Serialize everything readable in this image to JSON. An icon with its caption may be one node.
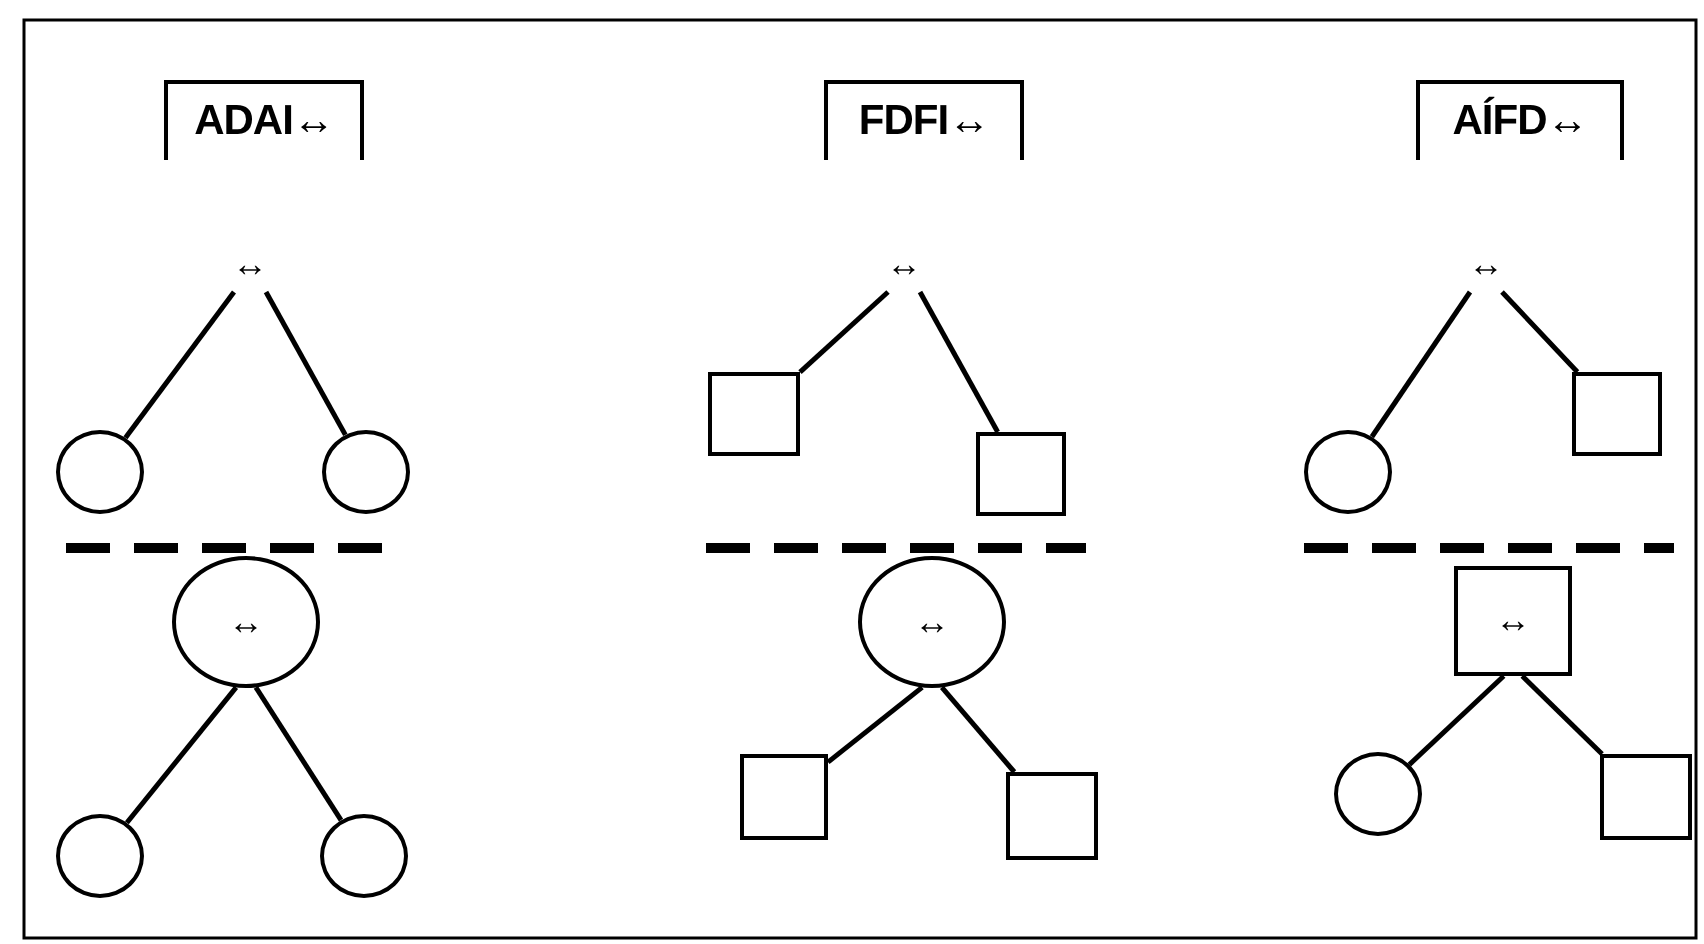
{
  "diagram": {
    "nodes": [
      {
        "text": [
          "ADAI↔"
        ]
      },
      {
        "text": [
          "↔"
        ]
      },
      {
        "text": [],
        "shape": "circle"
      },
      {
        "text": [],
        "shape": "circle"
      },
      {
        "text": [
          "↔"
        ]
      },
      {
        "text": [],
        "shape": "circle"
      },
      {
        "text": [],
        "shape": "circle"
      },
      {
        "text": [
          "FDFI↔"
        ]
      },
      {
        "text": [
          "↔"
        ]
      },
      {
        "text": [],
        "shape": "box"
      },
      {
        "text": [],
        "shape": "box"
      },
      {
        "text": [
          "↔"
        ]
      },
      {
        "text": [],
        "shape": "box"
      },
      {
        "text": [],
        "shape": "box"
      },
      {
        "text": [
          "AÍFD↔"
        ]
      },
      {
        "text": [
          "↔"
        ]
      },
      {
        "text": [],
        "shape": "circle"
      },
      {
        "text": [],
        "shape": "box"
      },
      {
        "text": [
          "↔"
        ]
      },
      {
        "text": [],
        "shape": "circle"
      },
      {
        "text": [],
        "shape": "box"
      }
    ],
    "edges": [
      {
        "from": 1,
        "to": 2,
        "arrow": "none"
      },
      {
        "from": 1,
        "to": 3,
        "arrow": "none"
      },
      {
        "from": 4,
        "to": 5,
        "arrow": "none"
      },
      {
        "from": 4,
        "to": 6,
        "arrow": "none"
      },
      {
        "from": 8,
        "to": 9,
        "arrow": "none"
      },
      {
        "from": 8,
        "to": 10,
        "arrow": "none"
      },
      {
        "from": 11,
        "to": 12,
        "arrow": "none"
      },
      {
        "from": 11,
        "to": 13,
        "arrow": "none"
      },
      {
        "from": 15,
        "to": 16,
        "arrow": "none"
      },
      {
        "from": 15,
        "to": 17,
        "arrow": "none"
      },
      {
        "from": 18,
        "to": 19,
        "arrow": "none"
      },
      {
        "from": 18,
        "to": 20,
        "arrow": "none"
      }
    ]
  }
}
